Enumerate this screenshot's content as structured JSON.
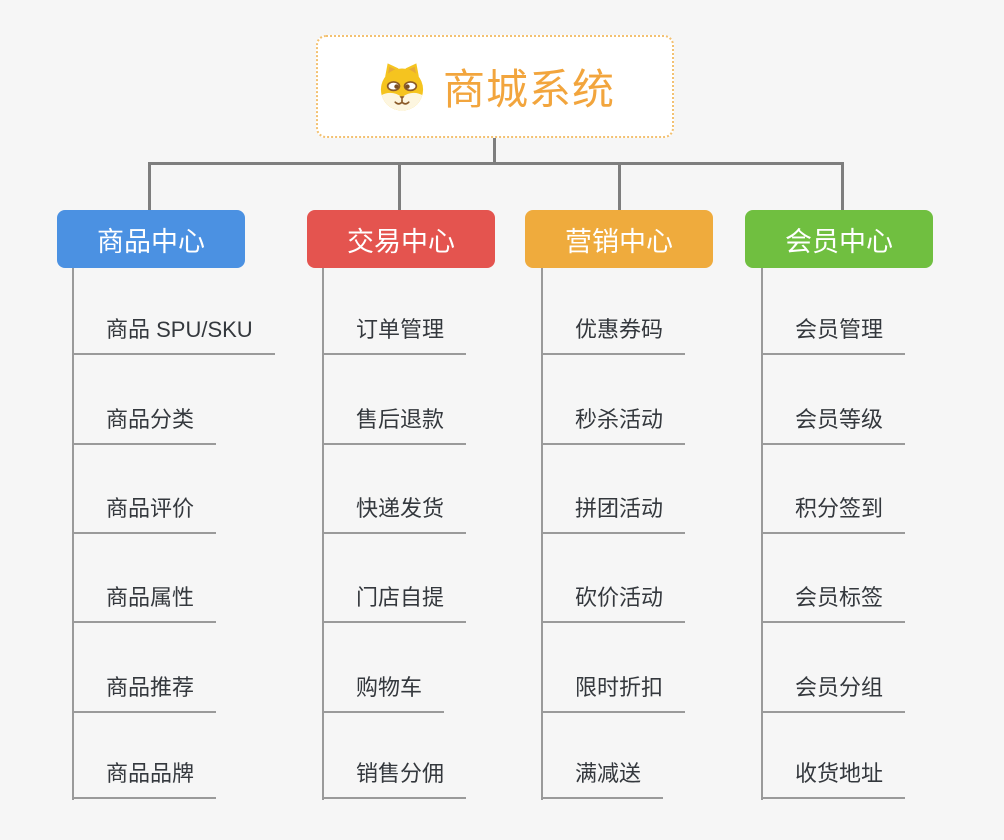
{
  "root": {
    "title": "商城系统",
    "icon": "dog-face-icon"
  },
  "branches": [
    {
      "label": "商品中心",
      "color": "#4b91e2",
      "children": [
        "商品 SPU/SKU",
        "商品分类",
        "商品评价",
        "商品属性",
        "商品推荐",
        "商品品牌"
      ]
    },
    {
      "label": "交易中心",
      "color": "#e4544f",
      "children": [
        "订单管理",
        "售后退款",
        "快递发货",
        "门店自提",
        "购物车",
        "销售分佣"
      ]
    },
    {
      "label": "营销中心",
      "color": "#efab3d",
      "children": [
        "优惠券码",
        "秒杀活动",
        "拼团活动",
        "砍价活动",
        "限时折扣",
        "满减送"
      ]
    },
    {
      "label": "会员中心",
      "color": "#70bf40",
      "children": [
        "会员管理",
        "会员等级",
        "积分签到",
        "会员标签",
        "会员分组",
        "收货地址"
      ]
    }
  ],
  "colors": {
    "background": "#f6f6f6",
    "root_text": "#f2a53d",
    "root_border": "#f3c171",
    "connector": "#7e7e7e",
    "leaf_line": "#9a9a9a",
    "leaf_text": "#34383d"
  }
}
